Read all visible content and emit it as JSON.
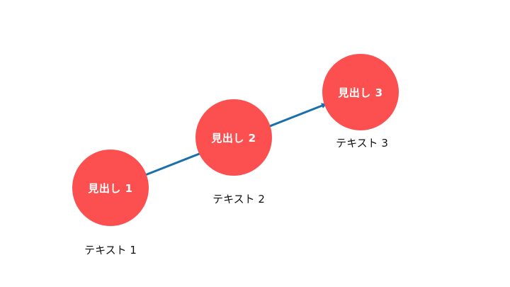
{
  "colors": {
    "circle_fill": "#fc5050",
    "connector": "#1a6fad",
    "caption_text": "#111111"
  },
  "steps": [
    {
      "heading": "見出し 1",
      "caption": "テキスト 1"
    },
    {
      "heading": "見出し 2",
      "caption": "テキスト 2"
    },
    {
      "heading": "見出し 3",
      "caption": "テキスト 3"
    }
  ]
}
